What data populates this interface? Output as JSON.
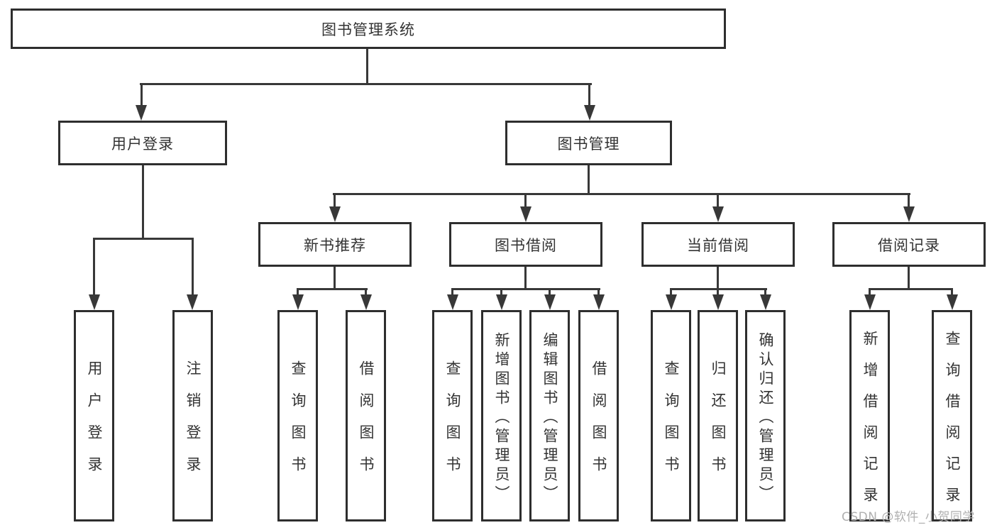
{
  "diagram": {
    "nodes": {
      "root": "图书管理系统",
      "user_login": "用户登录",
      "book_mgmt": "图书管理",
      "new_books": "新书推荐",
      "book_borrow": "图书借阅",
      "current_borrow": "当前借阅",
      "borrow_records": "借阅记录"
    },
    "leaves": {
      "user_login": [
        "用户登录",
        "注销登录"
      ],
      "new_books": [
        "查询图书",
        "借阅图书"
      ],
      "book_borrow": [
        "查询图书",
        "新增图书（管理员）",
        "编辑图书（管理员）",
        "借阅图书"
      ],
      "current_borrow": [
        "查询图书",
        "归还图书",
        "确认归还（管理员）"
      ],
      "borrow_records": [
        "新增借阅记录",
        "查询借阅记录"
      ]
    },
    "watermark": "CSDN @软件_小贺同学",
    "colors": {
      "line": "#383838",
      "border": "#2e2e2e",
      "text": "#333333",
      "box_fill": "#ffffff",
      "watermark": "#b0b0b0"
    }
  }
}
